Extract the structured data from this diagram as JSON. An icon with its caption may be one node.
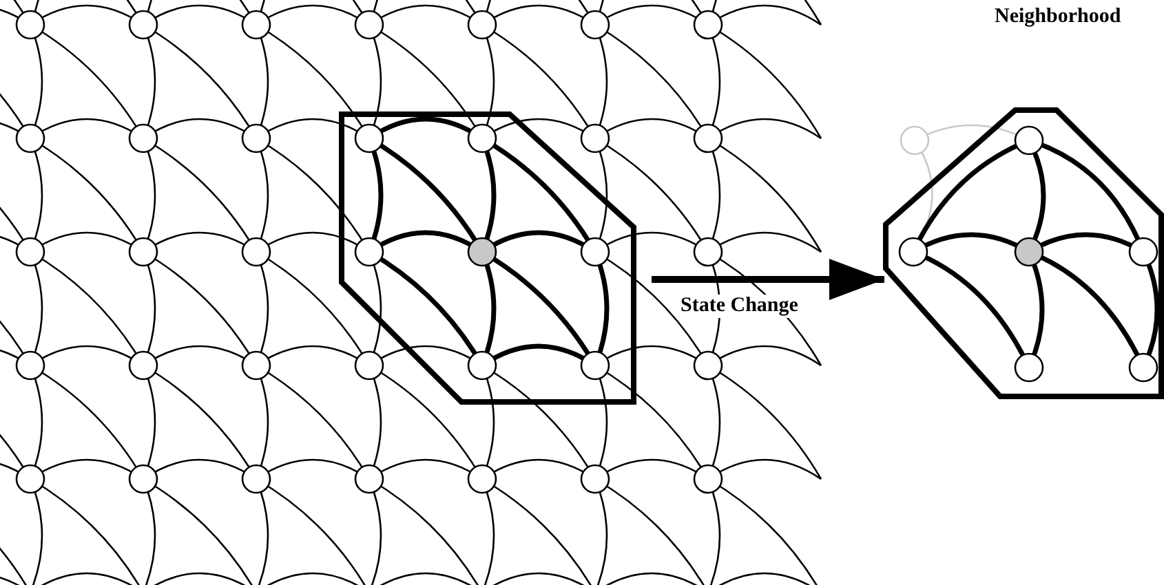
{
  "diagram": {
    "nodes": [
      {
        "text": [],
        "shape": "picture"
      },
      {
        "text": [],
        "shape": "hexagon",
        "in": 0
      },
      {
        "text": [
          "Neighborhood"
        ]
      }
    ],
    "edges": [
      {
        "from": 1,
        "to": 2,
        "arrow": "to",
        "label": "State Change"
      }
    ]
  }
}
